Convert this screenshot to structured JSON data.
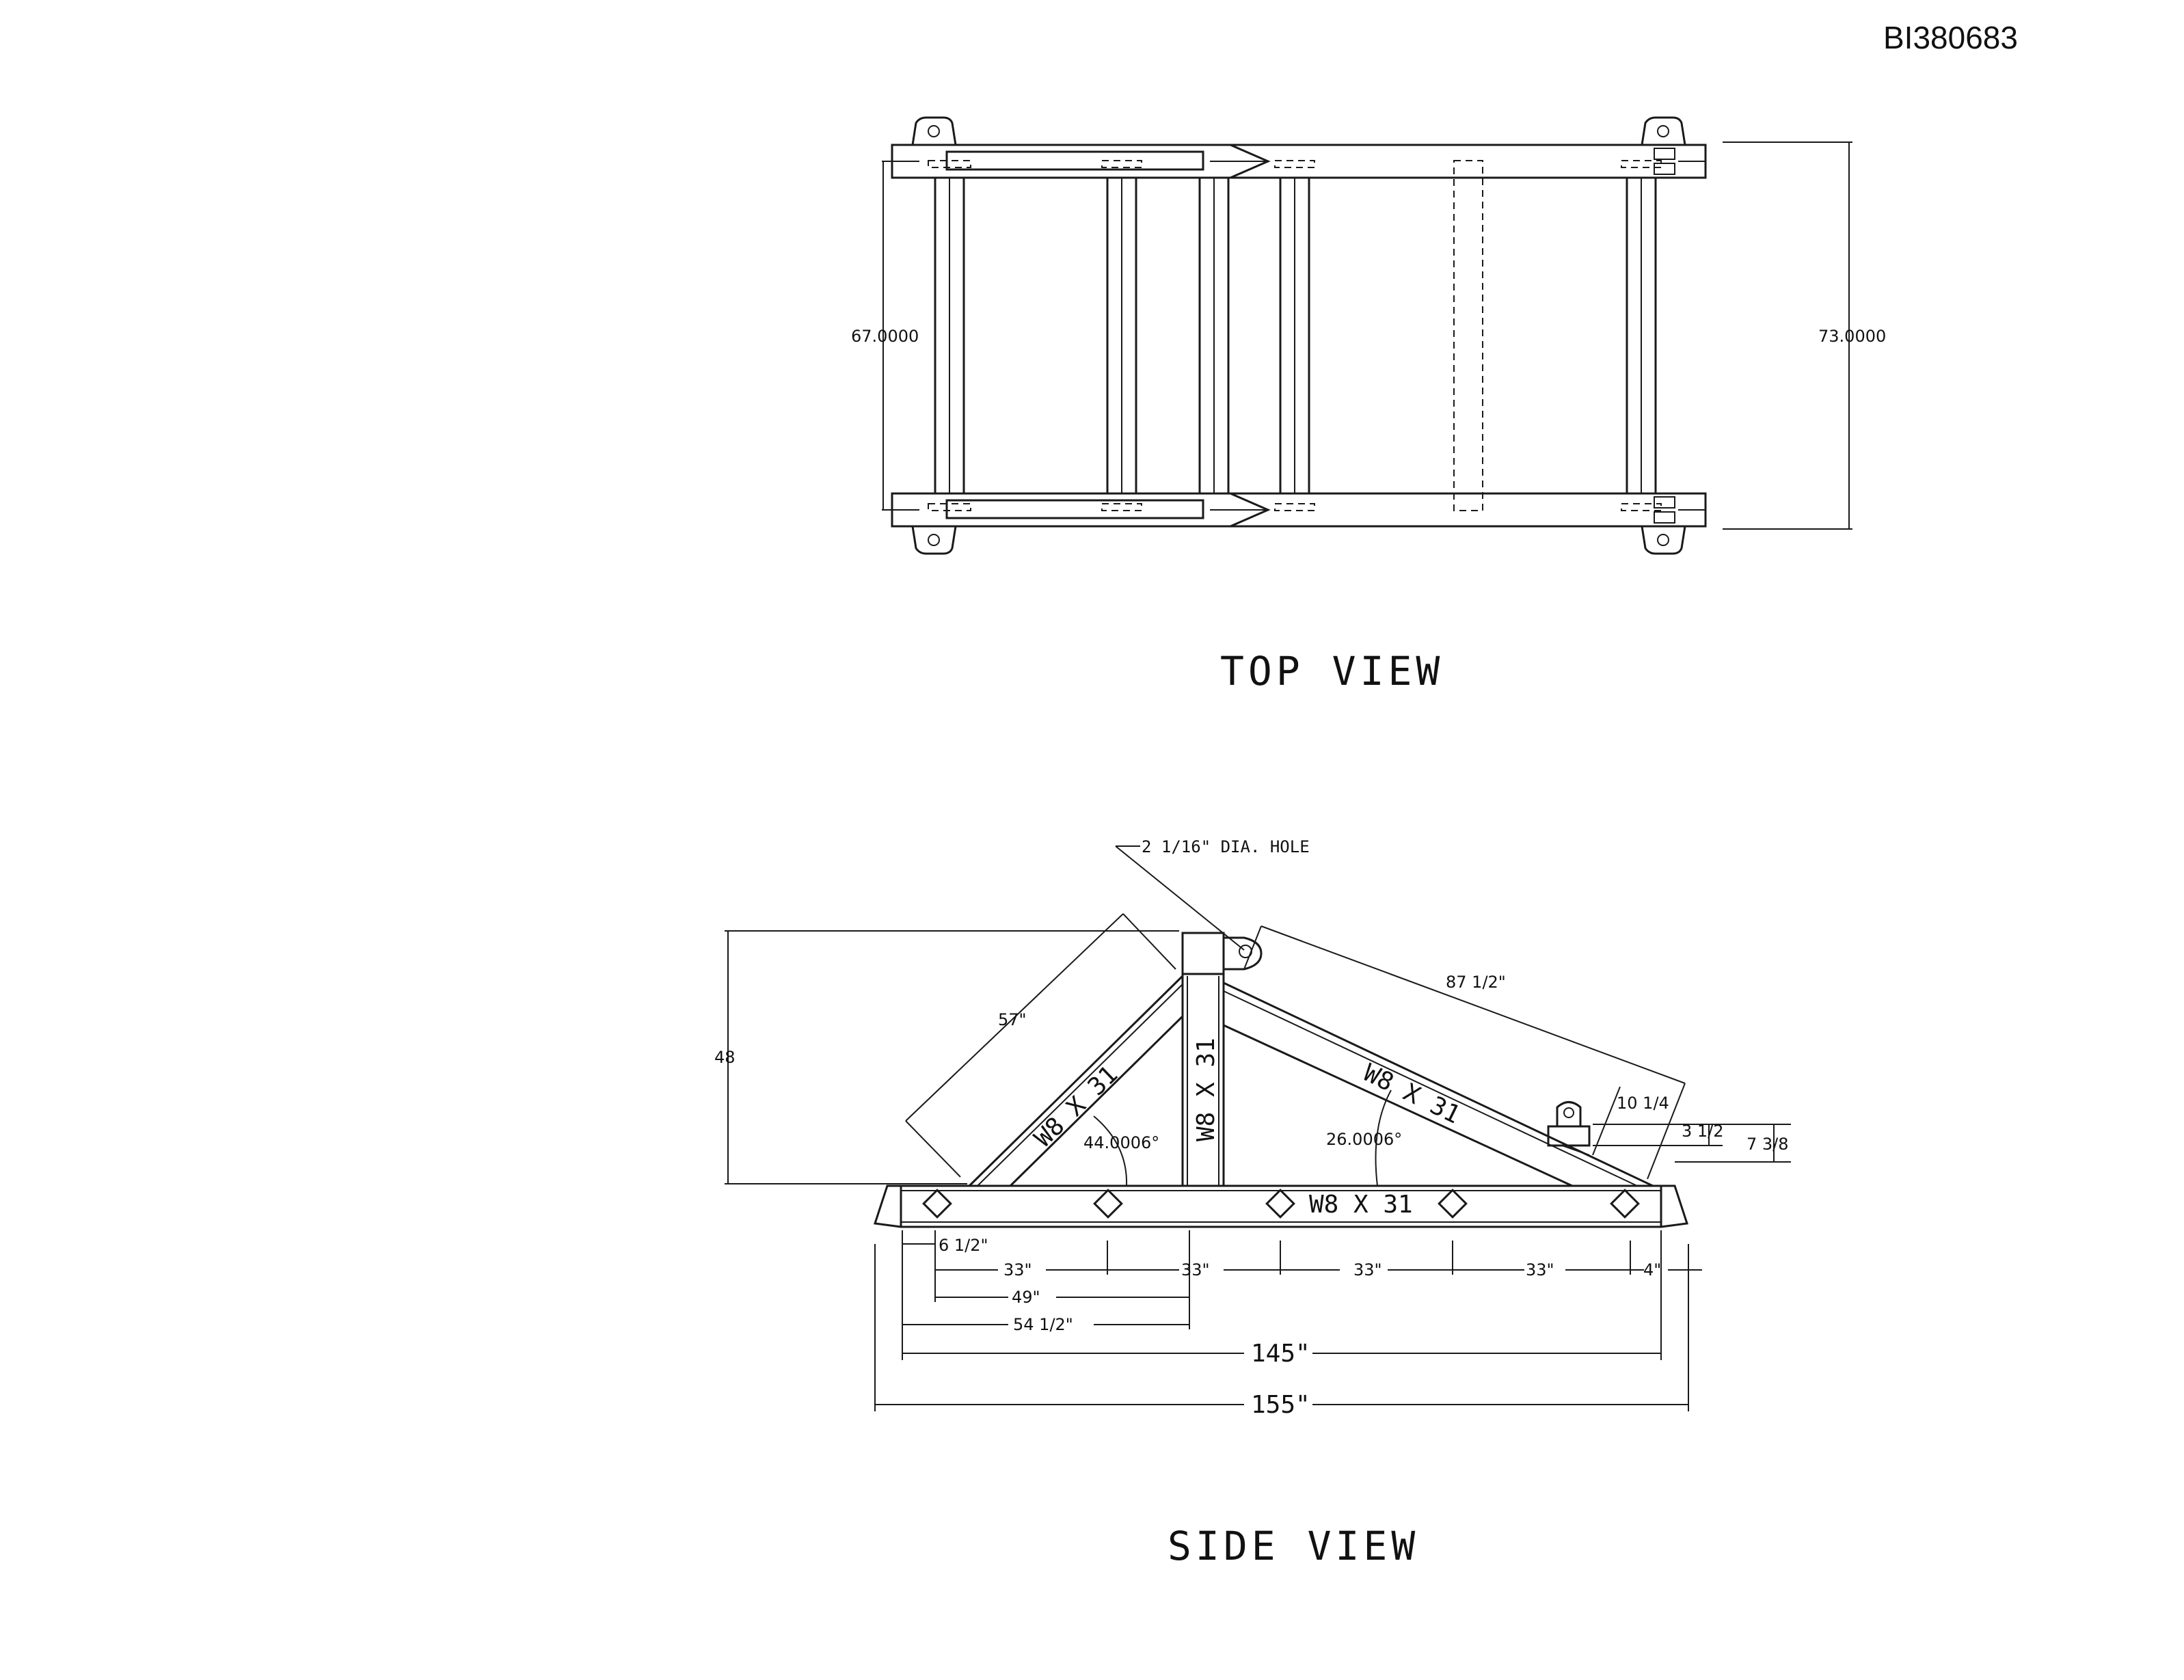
{
  "document_id": "BI380683",
  "top_view": {
    "title": "TOP VIEW",
    "dimensions": {
      "inner_width": "67.0000",
      "outer_width": "73.0000"
    }
  },
  "side_view": {
    "title": "SIDE VIEW",
    "hole_callout": "2 1/16\" DIA. HOLE",
    "members": {
      "left_brace": "W8 X 31",
      "vertical_post": "W8 X 31",
      "right_brace": "W8 X 31",
      "base_beam": "W8 X 31"
    },
    "dimensions": {
      "height": "48",
      "left_brace_length": "57\"",
      "right_brace_length": "87 1/2\"",
      "left_angle": "44.0006°",
      "right_angle": "26.0006°",
      "lug_height": "10 1/4",
      "lug_offset_a": "3 1/2",
      "lug_offset_b": "7 3/8",
      "end_offset": "6 1/2\"",
      "spacing_1": "33\"",
      "spacing_2": "33\"",
      "spacing_3": "33\"",
      "spacing_4": "33\"",
      "end_right": "4\"",
      "brace_to_post": "49\"",
      "end_to_post": "54 1/2\"",
      "beam_length": "145\"",
      "overall_length": "155\""
    }
  }
}
